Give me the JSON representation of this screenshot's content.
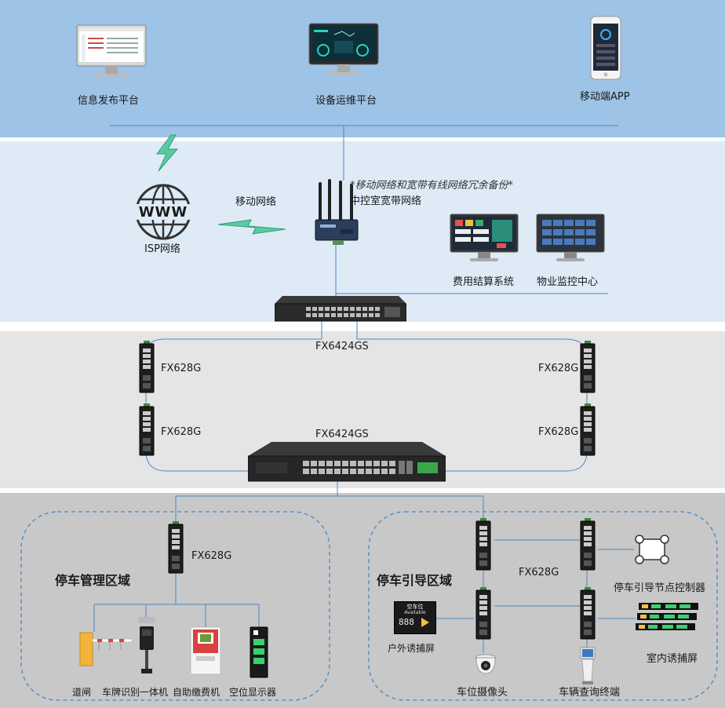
{
  "top": {
    "info_platform": "信息发布平台",
    "ops_platform": "设备运维平台",
    "mobile_app": "移动端APP"
  },
  "middle": {
    "isp_label": "ISP网络",
    "www": "WWW",
    "mobile_net": "移动网络",
    "backup_note": "*移动网络和宽带有线网络冗余备份*",
    "broadband": "中控室宽带网络",
    "billing": "费用结算系统",
    "monitor_center": "物业监控中心"
  },
  "ring": {
    "core_top": "FX6424GS",
    "core_bottom": "FX6424GS",
    "sw_tl": "FX628G",
    "sw_tr": "FX628G",
    "sw_bl": "FX628G",
    "sw_br": "FX628G"
  },
  "zones": {
    "mgmt_title": "停车管理区域",
    "mgmt_switch": "FX628G",
    "gate": "道闸",
    "lpr": "车牌识别一体机",
    "kiosk": "自助缴费机",
    "vacancy": "空位显示器",
    "guide_title": "停车引导区域",
    "guide_switch": "FX628G",
    "node_ctrl": "停车引导节点控制器",
    "indoor_screen": "室内诱捕屏",
    "outdoor_screen": "户外诱捕屏",
    "camera": "车位摄像头",
    "query": "车辆查询终端",
    "sign_title": "空车位",
    "sign_sub": "Available",
    "sign_num": "888"
  }
}
